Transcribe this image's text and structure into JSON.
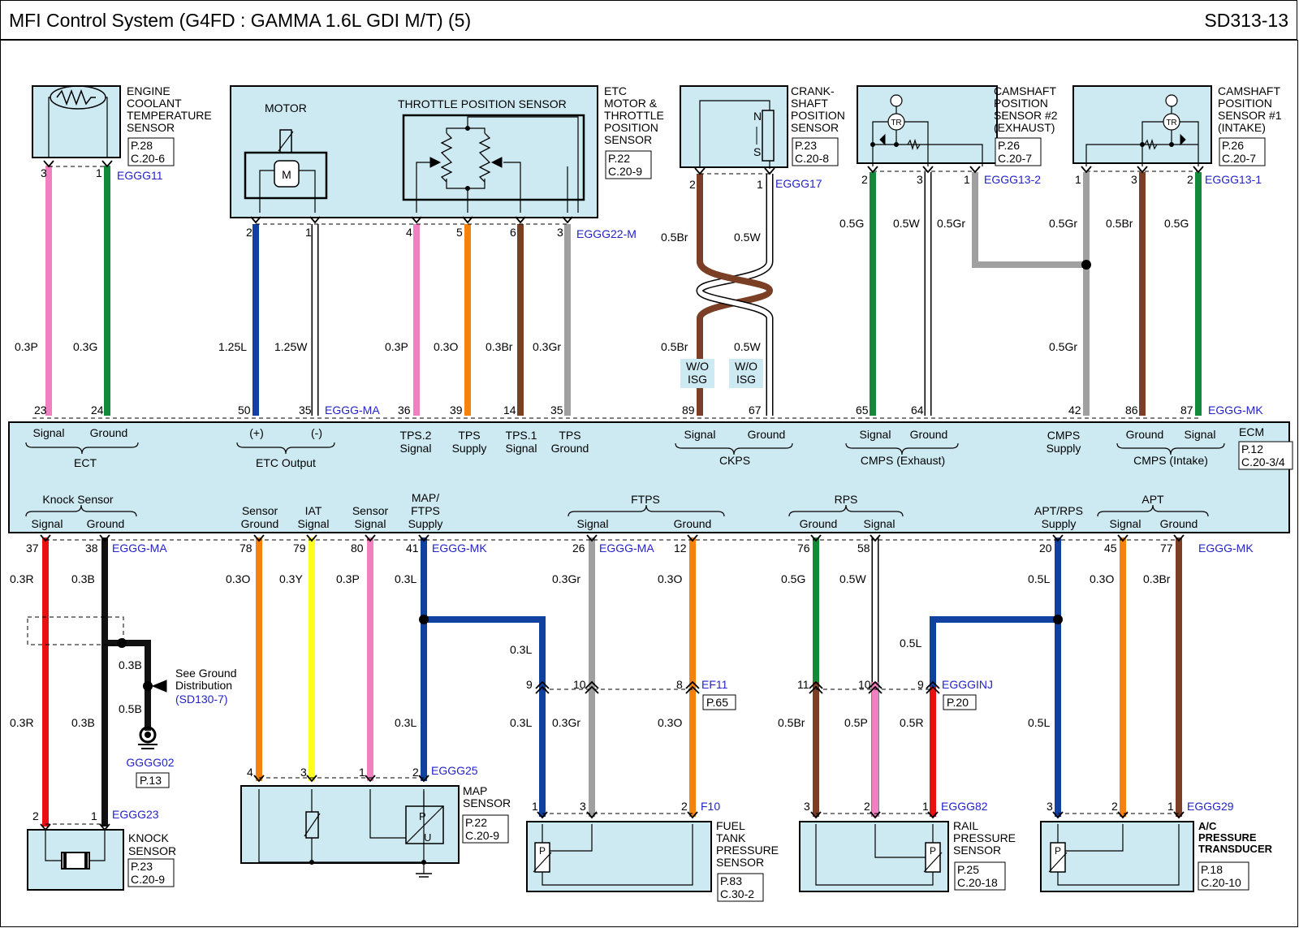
{
  "header": {
    "title": "MFI Control System  (G4FD : GAMMA 1.6L GDI M/T) (5)",
    "page_code": "SD313-13"
  },
  "colors": {
    "component_fill": "#cdeaf2",
    "connector_label": "#2323c8",
    "pink": "#f080c0",
    "green": "#138a3a",
    "blue": "#1040a0",
    "orange": "#f5820a",
    "brown": "#7b3f25",
    "gray": "#a0a0a0",
    "red": "#e81010",
    "black": "#111111",
    "yellow": "#ffff20"
  },
  "components": {
    "ect": {
      "name": [
        "ENGINE",
        "COOLANT",
        "TEMPERATURE",
        "SENSOR"
      ],
      "ref": [
        "P.28",
        "C.20-6"
      ],
      "connector": "EGGG11"
    },
    "etc": {
      "name": [
        "ETC",
        "MOTOR  &",
        "THROTTLE",
        "POSITION",
        "SENSOR"
      ],
      "ref": [
        "P.22",
        "C.20-9"
      ],
      "connector": "EGGG22-M",
      "motor_label": "MOTOR",
      "motor_symbol": "M",
      "tps_label": "THROTTLE POSITION SENSOR"
    },
    "ckps": {
      "name": [
        "CRANK-",
        "SHAFT",
        "POSITION",
        "SENSOR"
      ],
      "ref": [
        "P.23",
        "C.20-8"
      ],
      "connector": "EGGG17",
      "north": "N",
      "south": "S"
    },
    "cmps2": {
      "name": [
        "CAMSHAFT",
        "POSITION",
        "SENSOR #2",
        "(EXHAUST)"
      ],
      "ref": [
        "P.26",
        "C.20-7"
      ],
      "connector": "EGGG13-2",
      "tr": "TR"
    },
    "cmps1": {
      "name": [
        "CAMSHAFT",
        "POSITION",
        "SENSOR #1",
        "(INTAKE)"
      ],
      "ref": [
        "P.26",
        "C.20-7"
      ],
      "connector": "EGGG13-1",
      "tr": "TR"
    },
    "ecm": {
      "name": "ECM",
      "ref": [
        "P.12",
        "C.20-3/4"
      ]
    },
    "knock": {
      "name": [
        "KNOCK",
        "SENSOR"
      ],
      "ref": [
        "P.23",
        "C.20-9"
      ],
      "connector": "EGGG23"
    },
    "map": {
      "name": [
        "MAP",
        "SENSOR"
      ],
      "ref": [
        "P.22",
        "C.20-9"
      ],
      "connector": "EGGG25",
      "p": "P",
      "u": "U"
    },
    "ftps": {
      "name": [
        "FUEL",
        "TANK",
        "PRESSURE",
        "SENSOR"
      ],
      "ref": [
        "P.83",
        "C.30-2"
      ],
      "connector": "F10",
      "p": "P"
    },
    "rps": {
      "name": [
        "RAIL",
        "PRESSURE",
        "SENSOR"
      ],
      "ref": [
        "P.25",
        "C.20-18"
      ],
      "connector": "EGGG82",
      "p": "P"
    },
    "apt": {
      "name": [
        "A/C",
        "PRESSURE",
        "TRANSDUCER"
      ],
      "ref": [
        "P.18",
        "C.20-10"
      ],
      "connector": "EGGG29",
      "p": "P"
    }
  },
  "ecm_connectors": {
    "top_left": "EGGG-MA",
    "top_right": "EGGG-MK",
    "bottom_a": "EGGG-MA",
    "bottom_b": "EGGG-MK",
    "bottom_c": "EGGG-MA",
    "bottom_d": "EGGG-MK"
  },
  "ecm_top_labels": {
    "ect_signal": "Signal",
    "ect_ground": "Ground",
    "ect": "ECT",
    "etc_pos": "(+)",
    "etc_neg": "(-)",
    "etc_output": "ETC Output",
    "tps2": [
      "TPS.2",
      "Signal"
    ],
    "tps_supply": [
      "TPS",
      "Supply"
    ],
    "tps1": [
      "TPS.1",
      "Signal"
    ],
    "tps_ground": [
      "TPS",
      "Ground"
    ],
    "ckps_signal": "Signal",
    "ckps_ground": "Ground",
    "ckps": "CKPS",
    "cmpse_signal": "Signal",
    "cmpse_ground": "Ground",
    "cmpse": "CMPS (Exhaust)",
    "cmps_supply": [
      "CMPS",
      "Supply"
    ],
    "cmpsi_ground": "Ground",
    "cmpsi_signal": "Signal",
    "cmpsi": "CMPS (Intake)"
  },
  "ecm_bottom_labels": {
    "knock": "Knock Sensor",
    "knock_signal": "Signal",
    "knock_ground": "Ground",
    "sensor_ground": [
      "Sensor",
      "Ground"
    ],
    "iat": [
      "IAT",
      "Signal"
    ],
    "sensor_signal": [
      "Sensor",
      "Signal"
    ],
    "map_ftps": [
      "MAP/",
      "FTPS",
      "Supply"
    ],
    "ftps": "FTPS",
    "ftps_signal": "Signal",
    "ftps_ground": "Ground",
    "rps": "RPS",
    "rps_ground": "Ground",
    "rps_signal": "Signal",
    "aptrps": [
      "APT/RPS",
      "Supply"
    ],
    "apt": "APT",
    "apt_signal": "Signal",
    "apt_ground": "Ground"
  },
  "wo_isg": [
    "W/O",
    "ISG"
  ],
  "inline_connectors": {
    "ef11": "EF11",
    "ef11_ref": "P.65",
    "egginj": "EGGGINJ",
    "egginj_ref": "P.20"
  },
  "ground": {
    "note": [
      "See Ground",
      "Distribution"
    ],
    "ref_link": "(SD130-7)",
    "id": "GGGG02",
    "ref": "P.13"
  },
  "pins": {
    "ect_s": "3",
    "ect_g": "1",
    "etc_2": "2",
    "etc_1": "1",
    "etc_4": "4",
    "etc_5": "5",
    "etc_6": "6",
    "etc_3": "3",
    "ck_2": "2",
    "ck_1": "1",
    "cm2_2": "2",
    "cm2_3": "3",
    "cm2_1": "1",
    "cm1_1": "1",
    "cm1_3": "3",
    "cm1_2": "2",
    "e23": "23",
    "e24": "24",
    "e50": "50",
    "e35a": "35",
    "e36": "36",
    "e39": "39",
    "e14": "14",
    "e35b": "35",
    "e89": "89",
    "e67": "67",
    "e65": "65",
    "e64": "64",
    "e42": "42",
    "e86": "86",
    "e87": "87",
    "e37": "37",
    "e38": "38",
    "e78": "78",
    "e79": "79",
    "e80": "80",
    "e41": "41",
    "e26": "26",
    "e12": "12",
    "e76": "76",
    "e58": "58",
    "e20": "20",
    "e45": "45",
    "e77": "77",
    "j9a": "9",
    "j10a": "10",
    "j8": "8",
    "j11": "11",
    "j10b": "10",
    "j9b": "9",
    "k2": "2",
    "k1": "1",
    "m4": "4",
    "m3": "3",
    "m1": "1",
    "m2": "2",
    "f1": "1",
    "f3": "3",
    "f2": "2",
    "r3": "3",
    "r2": "2",
    "r1": "1",
    "a3": "3",
    "a2": "2",
    "a1": "1"
  },
  "wires": {
    "ect_s_top": "0.3P",
    "ect_g_top": "0.3G",
    "etc_pos": "1.25L",
    "etc_neg": "1.25W",
    "tps2": "0.3P",
    "tpsup": "0.3O",
    "tps1": "0.3Br",
    "tpsg": "0.3Gr",
    "ck_s_a": "0.5Br",
    "ck_g_a": "0.5W",
    "ck_s_b": "0.5Br",
    "ck_g_b": "0.5W",
    "cm2_g": "0.5G",
    "cm2_w": "0.5W",
    "cm2_gr": "0.5Gr",
    "cm1_gr_a": "0.5Gr",
    "cm1_br": "0.5Br",
    "cm1_g": "0.5G",
    "cm_sup": "0.5Gr",
    "kn_r_a": "0.3R",
    "kn_b_a": "0.3B",
    "kn_r_b": "0.3R",
    "kn_b_b": "0.3B",
    "gnd_a": "0.3B",
    "gnd_b": "0.5B",
    "map_o": "0.3O",
    "map_y": "0.3Y",
    "map_p": "0.3P",
    "map_l_a": "0.3L",
    "map_l_b": "0.3L",
    "ft_l_a": "0.3L",
    "ft_l_b": "0.3L",
    "ft_gr_a": "0.3Gr",
    "ft_gr_b": "0.3Gr",
    "ft_o_a": "0.3O",
    "ft_o_b": "0.3O",
    "rp_g": "0.5G",
    "rp_w": "0.5W",
    "rp_br": "0.5Br",
    "rp_p": "0.5P",
    "rp_l": "0.5L",
    "rp_r": "0.5R",
    "ap_l_a": "0.5L",
    "ap_l_b": "0.5L",
    "ap_o": "0.3O",
    "ap_br": "0.3Br"
  }
}
